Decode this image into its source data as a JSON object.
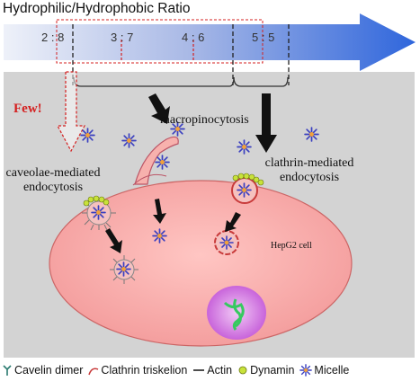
{
  "title": "Hydrophilic/Hydrophobic Ratio",
  "ratios": [
    "2 : 8",
    "3 : 7",
    "4 : 6",
    "5 : 5"
  ],
  "few_label": "Few!",
  "pathways": {
    "macropinocytosis": "macropinocytosis",
    "caveolae": [
      "caveolae-mediated",
      "endocytosis"
    ],
    "clathrin": [
      "clathrin-mediated",
      "endocytosis"
    ]
  },
  "cell_label": "HepG2 cell",
  "legend": [
    {
      "icon": "caveolin-dimer-icon",
      "label": "Cavelin dimer"
    },
    {
      "icon": "clathrin-triskelion-icon",
      "label": "Clathrin triskelion"
    },
    {
      "icon": "actin-icon",
      "label": "Actin"
    },
    {
      "icon": "dynamin-icon",
      "label": "Dynamin"
    },
    {
      "icon": "micelle-icon",
      "label": "Micelle"
    }
  ],
  "colors": {
    "arrow_start": "#e9edf8",
    "arrow_end": "#2e63d8",
    "panel": "#d3d3d3",
    "cell": "#f7a9a8",
    "nucleus": "#d06ee0",
    "few": "#d42020",
    "micelle_core": "#f2a23a",
    "micelle_arms": "#3a3fbf",
    "dynamin": "#c8e23a",
    "clathrin": "#c83a3a"
  }
}
